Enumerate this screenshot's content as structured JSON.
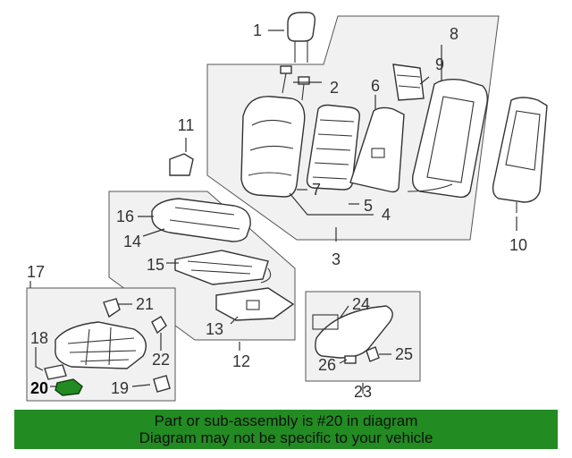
{
  "callouts": {
    "c1": "1",
    "c2": "2",
    "c3": "3",
    "c4": "4",
    "c5": "5",
    "c6": "6",
    "c7": "7",
    "c8": "8",
    "c9": "9",
    "c10": "10",
    "c11": "11",
    "c12": "12",
    "c13": "13",
    "c14": "14",
    "c15": "15",
    "c16": "16",
    "c17": "17",
    "c18": "18",
    "c19": "19",
    "c20": "20",
    "c21": "21",
    "c22": "22",
    "c23": "23",
    "c24": "24",
    "c25": "25",
    "c26": "26"
  },
  "highlight": {
    "part_number": "20",
    "color": "#228b22"
  },
  "banner": {
    "line1": "Part or sub-assembly is #20 in diagram",
    "line2": "Diagram may not be specific to your vehicle",
    "color": "#228b22"
  }
}
